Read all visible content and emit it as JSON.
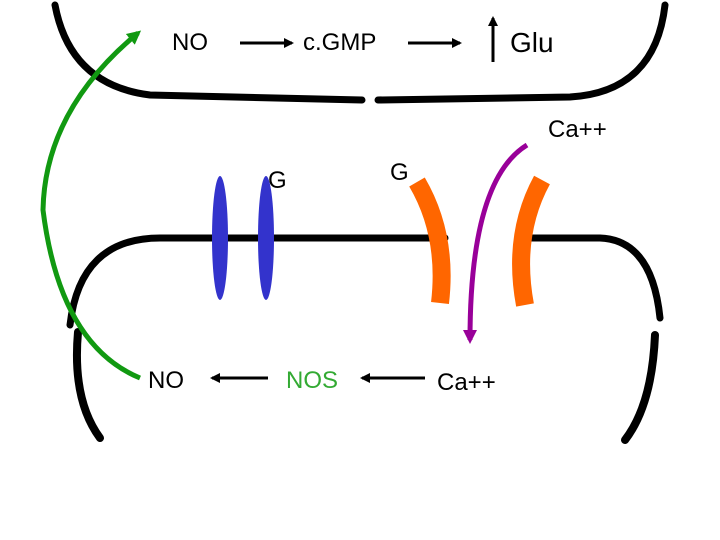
{
  "diagram": {
    "presynaptic": {
      "no_label": "NO",
      "cgmp_label": "c.GMP",
      "glu_label": "Glu"
    },
    "postsynaptic": {
      "no_label": "NO",
      "nos_label": "NOS",
      "ca_label": "Ca++"
    },
    "cleft": {
      "ca_label": "Ca++",
      "g_left_label": "G",
      "g_right_label": "G"
    },
    "colors": {
      "membrane": "#000000",
      "no_arrow": "#119911",
      "ca_arrow": "#990099",
      "channel_orange": "#ff6600",
      "receptor_blue": "#3333cc",
      "nos_text": "#33aa33"
    },
    "icons": [
      "up-arrow-icon",
      "right-arrow-icon",
      "left-arrow-icon"
    ]
  }
}
